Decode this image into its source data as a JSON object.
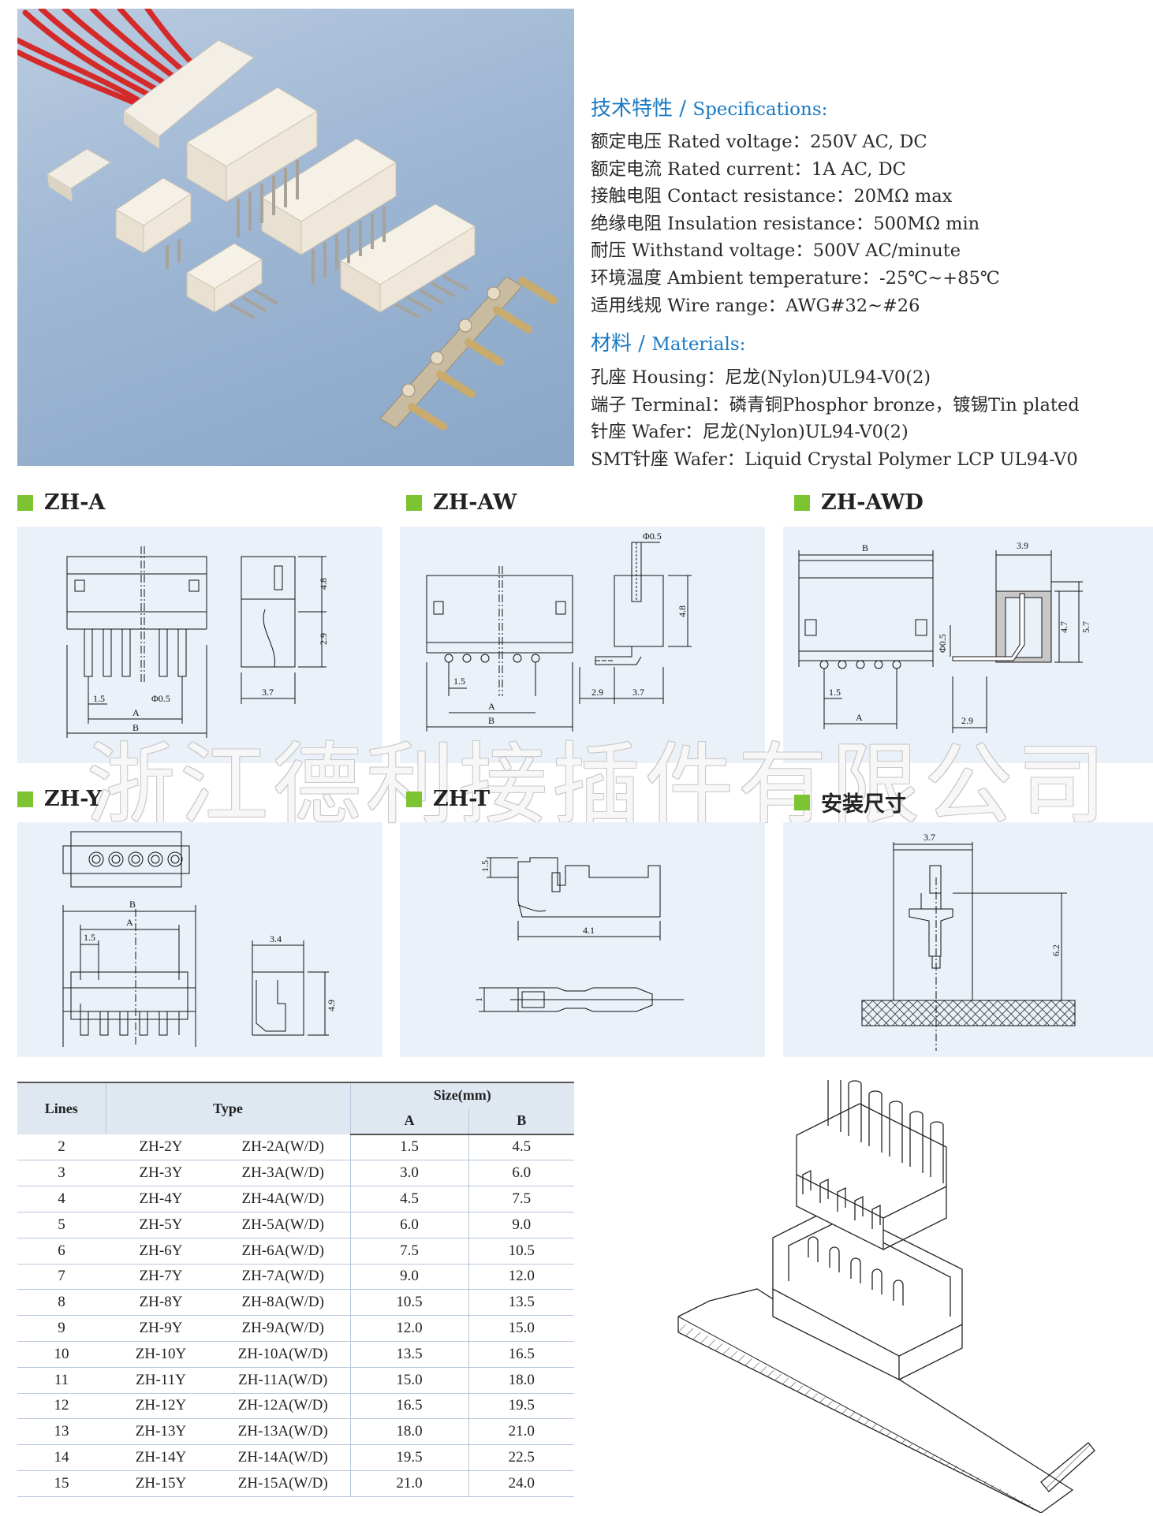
{
  "specs": {
    "title_cn": "技术特性",
    "title_sep": "/",
    "title_en": "Specifications:",
    "lines": [
      "额定电压 Rated voltage：250V AC, DC",
      "额定电流 Rated current：1A AC, DC",
      "接触电阻 Contact resistance：20MΩ max",
      "绝缘电阻 Insulation resistance：500MΩ min",
      "耐压 Withstand voltage：500V AC/minute",
      "环境温度 Ambient temperature：-25℃~+85℃",
      "适用线规 Wire range：AWG#32~#26"
    ]
  },
  "materials": {
    "title_cn": "材料",
    "title_sep": "/",
    "title_en": "Materials:",
    "lines": [
      "孔座 Housing：尼龙(Nylon)UL94-V0(2)",
      "端子 Terminal：磷青铜Phosphor bronze，镀锡Tin plated",
      "针座 Wafer：尼龙(Nylon)UL94-V0(2)",
      "SMT针座 Wafer：Liquid Crystal Polymer LCP UL94-V0"
    ]
  },
  "sections": {
    "zh_a": "ZH-A",
    "zh_aw": "ZH-AW",
    "zh_awd": "ZH-AWD",
    "zh_y": "ZH-Y",
    "zh_t": "ZH-T",
    "install": "安装尺寸"
  },
  "dims": {
    "zh_a": {
      "pitch": "1.5",
      "pin": "Φ0.5",
      "a": "A",
      "b": "B",
      "h1": "4.8",
      "h2": "2.9",
      "w": "3.7"
    },
    "zh_aw": {
      "pin": "Φ0.5",
      "h": "4.8",
      "pitch": "1.5",
      "a": "A",
      "b": "B",
      "w1": "2.9",
      "w2": "3.7"
    },
    "zh_awd": {
      "b": "B",
      "w": "3.9",
      "pin": "Φ0.5",
      "h1": "4.7",
      "h2": "5.7",
      "pitch": "1.5",
      "a": "A",
      "w2": "2.9"
    },
    "zh_y": {
      "b": "B",
      "a": "A",
      "pitch": "1.5",
      "w": "3.4",
      "h": "4.9"
    },
    "zh_t": {
      "h": "1.5",
      "len": "4.1",
      "d": "1"
    },
    "install": {
      "w": "3.7",
      "h": "6.2"
    }
  },
  "watermark": "浙江德利接插件有限公司",
  "table": {
    "headers": {
      "lines": "Lines",
      "type": "Type",
      "size": "Size(mm)",
      "a": "A",
      "b": "B"
    },
    "rows": [
      [
        "2",
        "ZH-2Y",
        "ZH-2A(W/D)",
        "1.5",
        "4.5"
      ],
      [
        "3",
        "ZH-3Y",
        "ZH-3A(W/D)",
        "3.0",
        "6.0"
      ],
      [
        "4",
        "ZH-4Y",
        "ZH-4A(W/D)",
        "4.5",
        "7.5"
      ],
      [
        "5",
        "ZH-5Y",
        "ZH-5A(W/D)",
        "6.0",
        "9.0"
      ],
      [
        "6",
        "ZH-6Y",
        "ZH-6A(W/D)",
        "7.5",
        "10.5"
      ],
      [
        "7",
        "ZH-7Y",
        "ZH-7A(W/D)",
        "9.0",
        "12.0"
      ],
      [
        "8",
        "ZH-8Y",
        "ZH-8A(W/D)",
        "10.5",
        "13.5"
      ],
      [
        "9",
        "ZH-9Y",
        "ZH-9A(W/D)",
        "12.0",
        "15.0"
      ],
      [
        "10",
        "ZH-10Y",
        "ZH-10A(W/D)",
        "13.5",
        "16.5"
      ],
      [
        "11",
        "ZH-11Y",
        "ZH-11A(W/D)",
        "15.0",
        "18.0"
      ],
      [
        "12",
        "ZH-12Y",
        "ZH-12A(W/D)",
        "16.5",
        "19.5"
      ],
      [
        "13",
        "ZH-13Y",
        "ZH-13A(W/D)",
        "18.0",
        "21.0"
      ],
      [
        "14",
        "ZH-14Y",
        "ZH-14A(W/D)",
        "19.5",
        "22.5"
      ],
      [
        "15",
        "ZH-15Y",
        "ZH-15A(W/D)",
        "21.0",
        "24.0"
      ]
    ]
  }
}
